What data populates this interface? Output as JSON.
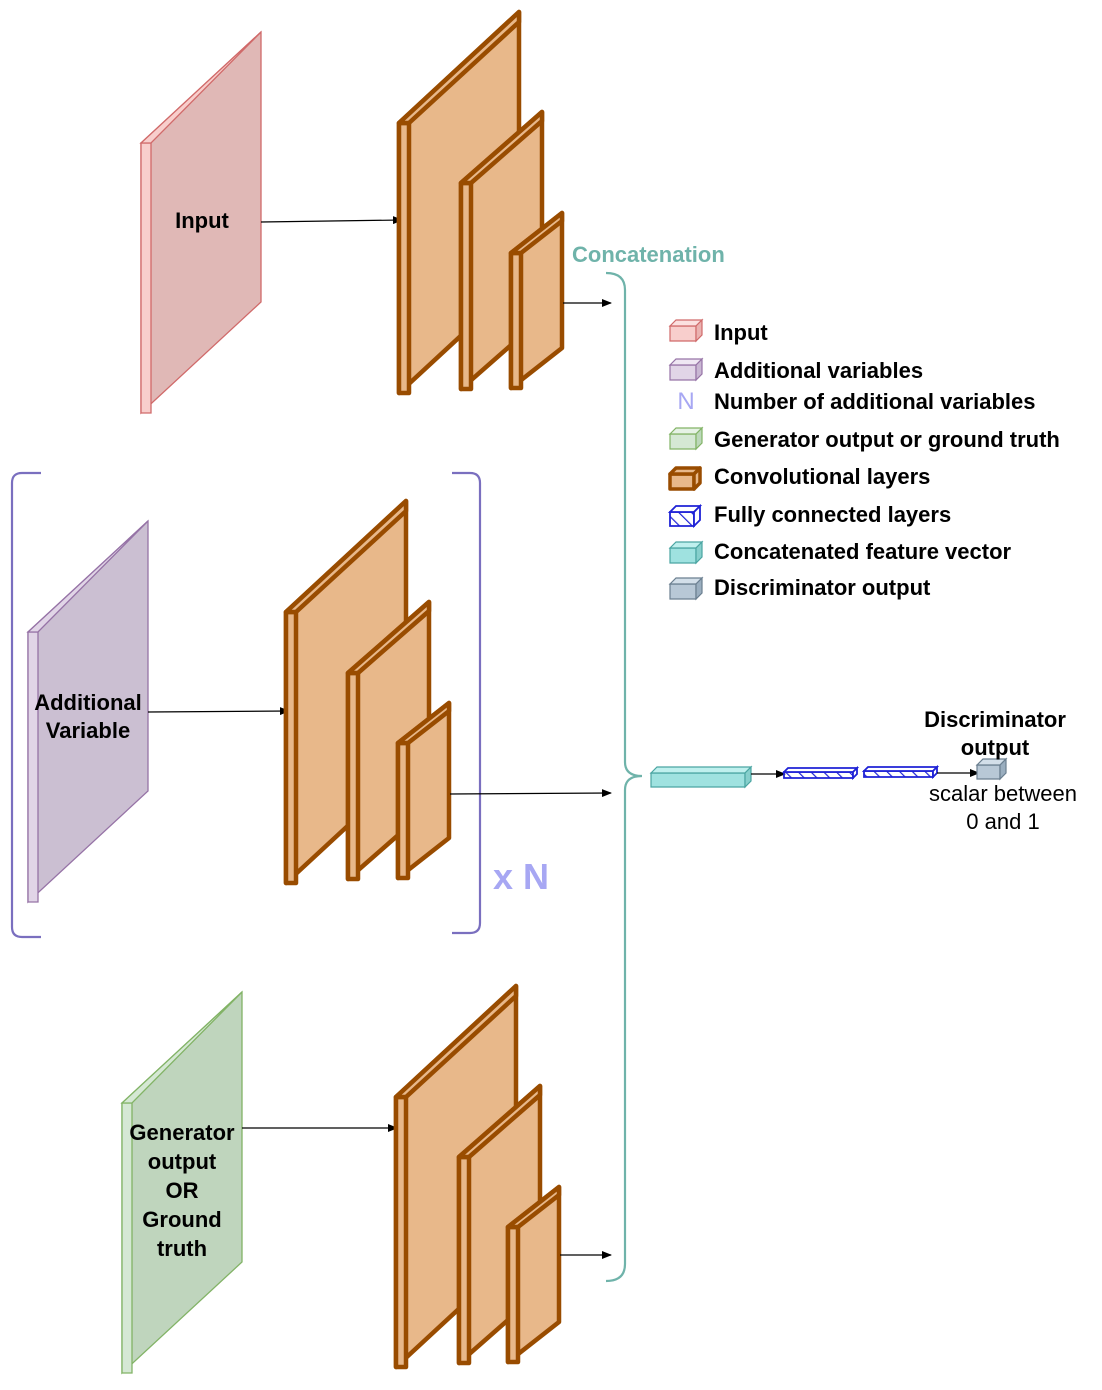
{
  "blocks": {
    "input_label": "Input",
    "additional_label": [
      "Additional",
      "Variable"
    ],
    "generator_label": [
      "Generator",
      "output",
      "OR",
      "Ground",
      "truth"
    ]
  },
  "repeat_label": "x N",
  "concat_label": "Concatenation",
  "output": {
    "title": [
      "Discriminator",
      "output"
    ],
    "caption": [
      "scalar between",
      "0 and 1"
    ]
  },
  "legend": {
    "items": [
      {
        "icon": "input-cube-icon",
        "label": "Input"
      },
      {
        "icon": "additional-cube-icon",
        "label": "Additional variables"
      },
      {
        "icon": "n-letter-icon",
        "glyph": "N",
        "label": "Number of additional variables"
      },
      {
        "icon": "generator-cube-icon",
        "label": "Generator output or ground truth"
      },
      {
        "icon": "conv-cube-icon",
        "label": "Convolutional layers"
      },
      {
        "icon": "fc-cube-icon",
        "label": "Fully connected layers"
      },
      {
        "icon": "concat-cube-icon",
        "label": "Concatenated feature vector"
      },
      {
        "icon": "disc-cube-icon",
        "label": "Discriminator output"
      }
    ]
  },
  "colors": {
    "input": "#f8cecc",
    "input_stroke": "#d06a6a",
    "additional": "#e1d5e7",
    "additional_stroke": "#9673a6",
    "generator": "#d5e8d4",
    "generator_stroke": "#82b366",
    "conv": "#e8b88a",
    "conv_stroke": "#994c00",
    "concat": "#9fe2e0",
    "concat_stroke": "#4aa5a2",
    "fc": "#ffffff",
    "fc_stroke": "#1f22d6",
    "disc": "#b8c8d6",
    "disc_stroke": "#6b7f90",
    "bracket_purple": "#7a6fbf",
    "teal": "#6fb3aa",
    "n_color": "#a7a7f3"
  }
}
